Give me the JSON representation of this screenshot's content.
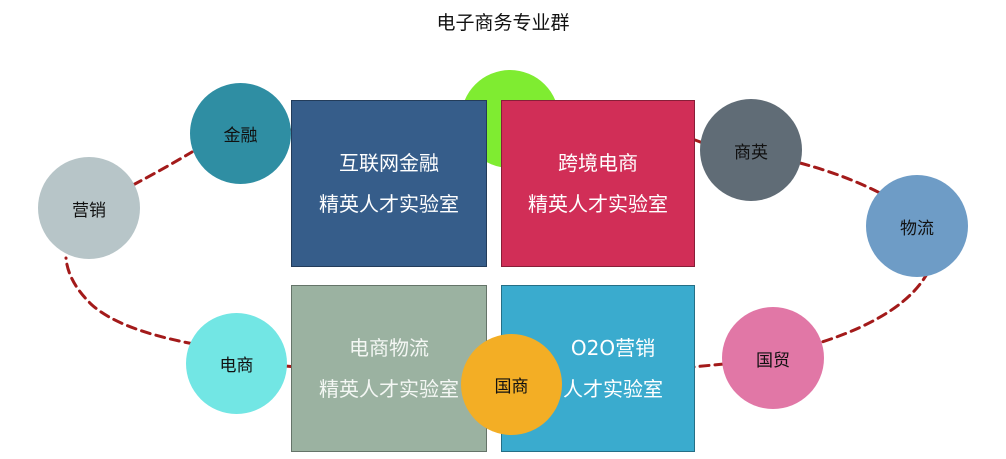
{
  "title": "电子商务专业群",
  "nodes": {
    "yingxiao": {
      "label": "营销",
      "color": "#b7c5c8"
    },
    "jinrong": {
      "label": "金融",
      "color": "#2f8ea3"
    },
    "top_green": {
      "label": "",
      "color": "#7fec31"
    },
    "shangying": {
      "label": "商英",
      "color": "#606c76"
    },
    "wuliu": {
      "label": "物流",
      "color": "#6e9cc6"
    },
    "guomao": {
      "label": "国贸",
      "color": "#e177a6"
    },
    "dianshang": {
      "label": "电商",
      "color": "#72e6e4"
    },
    "guoshang": {
      "label": "国商",
      "color": "#f3ae25"
    }
  },
  "labs": {
    "fintech": {
      "line1": "互联网金融",
      "line2": "精英人才实验室",
      "color": "#365d8a"
    },
    "crossborder": {
      "line1": "跨境电商",
      "line2": "精英人才实验室",
      "color": "#d12e57"
    },
    "logistics": {
      "line1": "电商物流",
      "line2": "精英人才实验室",
      "color": "#9bb2a1"
    },
    "o2o": {
      "line1": "O2O营销",
      "line2": "人才实验室",
      "color": "#3aabce"
    }
  },
  "ring_color": "#a31a1a"
}
